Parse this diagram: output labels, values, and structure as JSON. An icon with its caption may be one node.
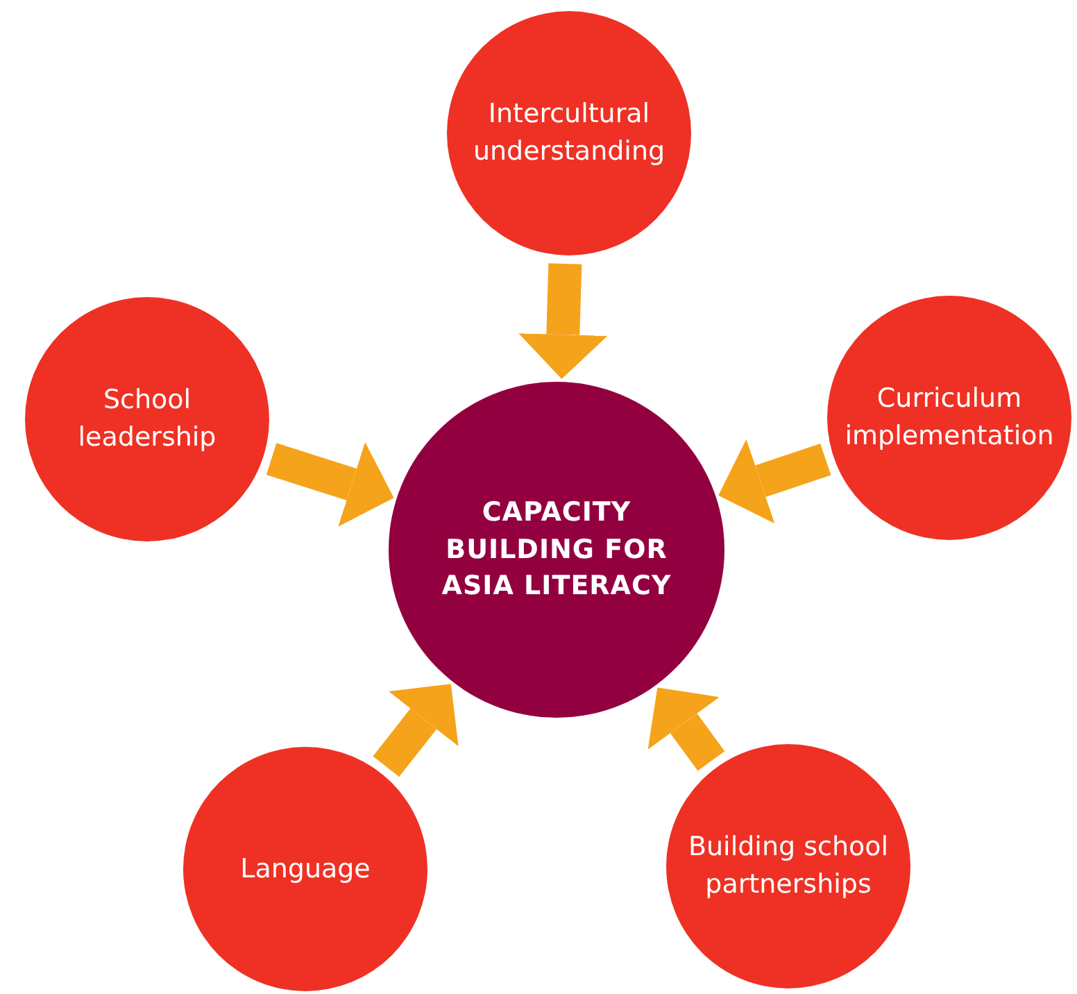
{
  "diagram": {
    "nodes": [
      {
        "text": [
          "CAPACITY BUILDING FOR ASIA LITERACY"
        ]
      },
      {
        "text": [
          "Intercultural understanding"
        ]
      },
      {
        "text": [
          "School leadership"
        ]
      },
      {
        "text": [
          "Curriculum implementation"
        ]
      },
      {
        "text": [
          "Language"
        ]
      },
      {
        "text": [
          "Building school partnerships"
        ]
      }
    ],
    "edges": [
      {
        "from": 1,
        "to": 0,
        "arrow": "to"
      },
      {
        "from": 2,
        "to": 0,
        "arrow": "to"
      },
      {
        "from": 3,
        "to": 0,
        "arrow": "to"
      },
      {
        "from": 4,
        "to": 0,
        "arrow": "to"
      },
      {
        "from": 5,
        "to": 0,
        "arrow": "to"
      }
    ]
  }
}
